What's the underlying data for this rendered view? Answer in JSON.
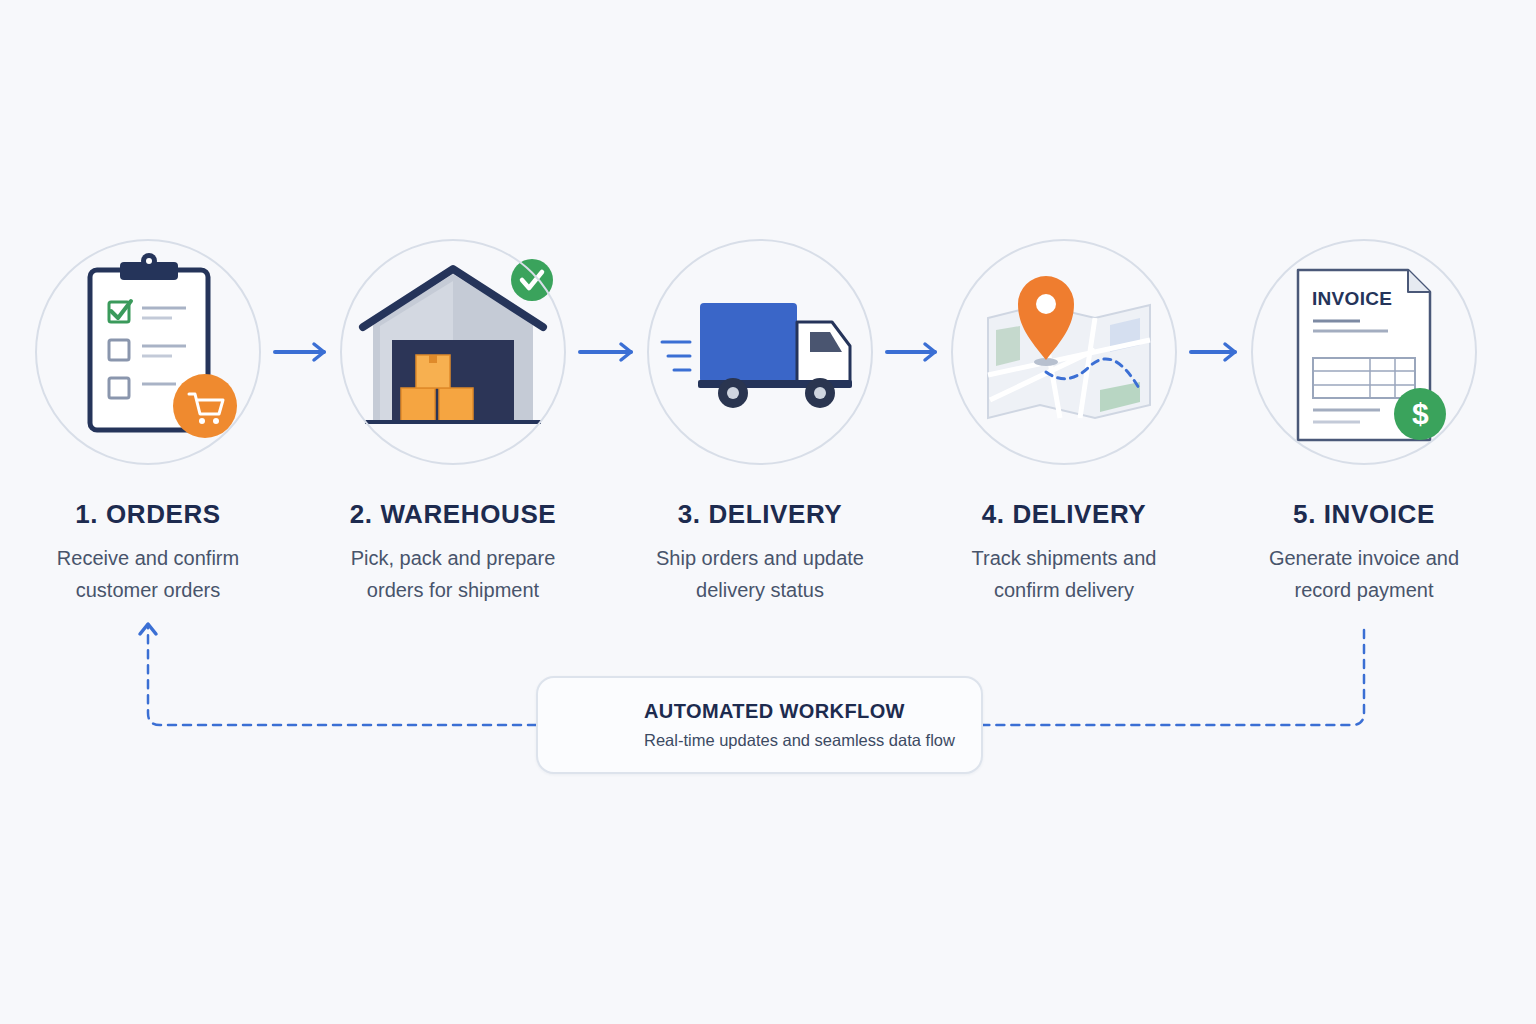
{
  "diagram": {
    "nodes": [
      {
        "text": [
          "1. ORDERS",
          "Receive and confirm customer orders"
        ]
      },
      {
        "text": [
          "2. WAREHOUSE",
          "Pick, pack and prepare orders for shipment"
        ]
      },
      {
        "text": [
          "3. DELIVERY",
          "Ship orders and update delivery status"
        ]
      },
      {
        "text": [
          "4. DELIVERY",
          "Track shipments and confirm delivery"
        ]
      },
      {
        "text": [
          "5. INVOICE",
          "Generate invoice and record payment"
        ]
      },
      {
        "text": [
          "AUTOMATED WORKFLOW",
          "Real-time updates and seamless data flow"
        ]
      }
    ],
    "edges": [
      {
        "from": 0,
        "to": 1,
        "arrow": "to"
      },
      {
        "from": 1,
        "to": 2,
        "arrow": "to"
      },
      {
        "from": 2,
        "to": 3,
        "arrow": "to"
      },
      {
        "from": 3,
        "to": 4,
        "arrow": "to"
      },
      {
        "from": 4,
        "to": 5,
        "arrow": "none"
      },
      {
        "from": 5,
        "to": 0,
        "arrow": "to"
      }
    ],
    "labels": [
      "INVOICE",
      "$"
    ]
  }
}
